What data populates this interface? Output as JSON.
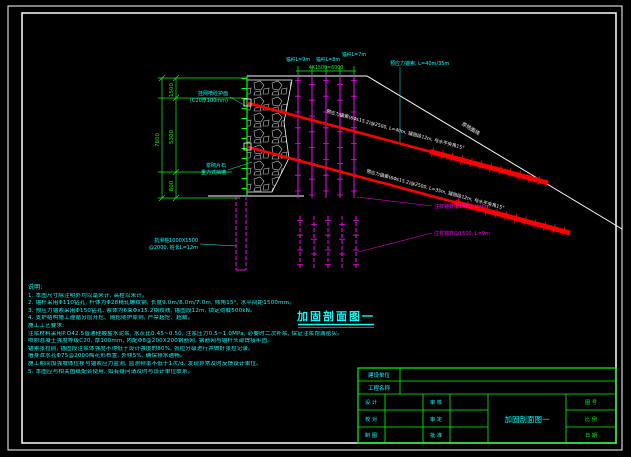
{
  "colors": {
    "background": "#000000",
    "frame": "#ffffff",
    "dimension_green": "#00ff00",
    "label_cyan": "#00ffff",
    "label_magenta": "#ff00ff",
    "anchor_red": "#ff0000",
    "line_white": "#ffffff"
  },
  "title": "加固剖面图一",
  "dimensions": {
    "left_seg_top": "1500",
    "left_seg_mid": "5300",
    "left_seg_bottom": "800",
    "left_total": "7600",
    "top_row": "4X1500=6000"
  },
  "labels": {
    "nail_a": "锚杆L=9m",
    "nail_b": "锚杆L=8m",
    "nail_c": "锚杆L=7m",
    "cable_top": "预应力锚索, L=40m/35m",
    "shotcrete_1": "挂网喷砼护面",
    "shotcrete_2": "(C20厚100mm)",
    "wall_1": "浆砌片石",
    "wall_2": "重力式挡墙",
    "pile_1": "抗滑桩1000X1500",
    "pile_2": "@2000, 桩长L=12m",
    "cable1": "预应力锚索(6Φs15.2)@2500, L=40m, 锚固段12m, 与水平夹角15°",
    "cable2": "预应力锚索(6Φs15.2)@2500, L=35m, 锚固段12m, 与水平夹角15°",
    "ground": "原地面线",
    "nail_mid": "注浆锚杆@1500, L=6m",
    "nail_low": "注浆锚杆@1500, L=9m"
  },
  "notes": {
    "heading": "说明:",
    "lines": [
      "1. 本图尺寸除注明外均以毫米计, 高程以米计。",
      "2. 锚杆采用Φ110钻孔, 杆体为Φ28精轧螺纹钢, 长度9.0m/8.0m/7.0m, 倾角15°, 水平间距1500mm。",
      "3. 预应力锚索采用Φ150钻孔, 索体为6束Φs15.2钢绞线, 锚固段12m, 锁定荷载500kN。",
      "4. 支护结构施工遵循分层开挖、随挖随护原则, 严禁超挖、超载。",
      "施工工艺要求:",
      "注浆材料采用P.O42.5普通硅酸盐水泥浆, 水灰比0.45~0.50, 注浆压力0.5~1.0MPa, 必要时二次补浆, 保证注浆饱满密实。",
      "喷射混凝土强度等级C20, 厚100mm, 内配Φ8@200X200钢筋网, 钢筋网与锚杆头部焊接牢固。",
      "锚索张拉前, 锚固段注浆体强度不得低于设计强度的80%, 张拉分级进行并做好张拉记录。",
      "墙身泄水孔Φ75@2000梅花形布置, 外倾5%, 确保排水通畅。",
      "施工期间加强坡体位移与锚索应力监测, 监测频率不低于1次/d, 发现异常及时反馈设计单位。",
      "5. 本图应与相关图纸配合使用, 如有疑问请及时与设计单位联系。"
    ]
  },
  "titleblock": {
    "owner": "建设单位",
    "project": "工程名称",
    "roles": [
      "设 计",
      "校 对",
      "制 图"
    ],
    "roles2": [
      "审 核",
      "审 定",
      "批 准"
    ],
    "drawing_name": "加固剖面图一",
    "cells": [
      "图 号",
      "比 例",
      "日 期"
    ]
  }
}
